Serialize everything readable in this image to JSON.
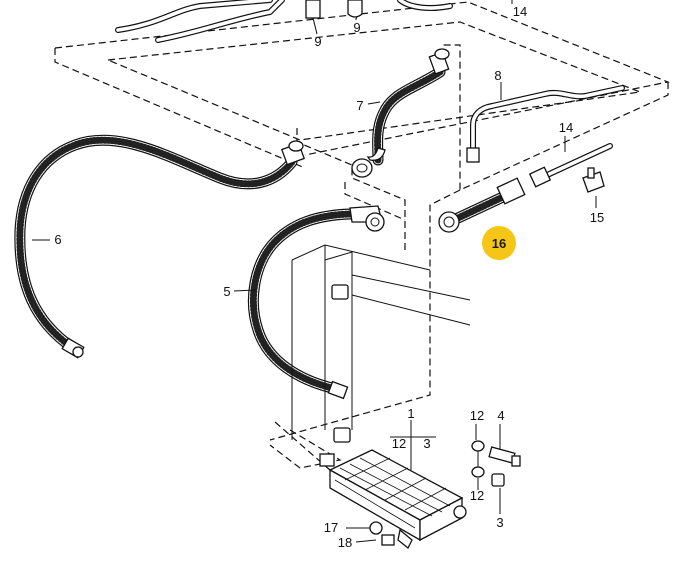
{
  "diagram": {
    "callouts": {
      "p14_top": "14",
      "p9_a": "9",
      "p9_b": "9",
      "p8": "8",
      "p7": "7",
      "p14": "14",
      "p15": "15",
      "p6": "6",
      "p16": "16",
      "p5": "5",
      "p1": "1",
      "p12_a": "12",
      "p3_a": "3",
      "p12_b": "12",
      "p4": "4",
      "p12_c": "12",
      "p3_b": "3",
      "p17": "17",
      "p18": "18"
    },
    "highlight": {
      "label": "16",
      "color": "#F5C518"
    }
  }
}
